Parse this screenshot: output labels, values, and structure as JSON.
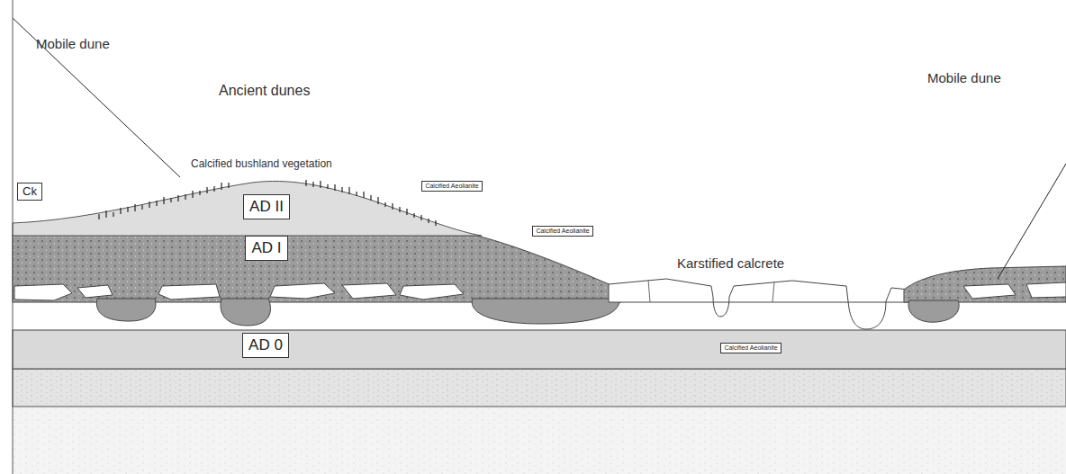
{
  "diagram": {
    "nodes": [
      {
        "text": [
          "Ck"
        ]
      },
      {
        "text": [
          "Calcified Aeolianite"
        ]
      },
      {
        "text": [
          "AD II"
        ]
      },
      {
        "text": [
          "Calcified Aeolianite"
        ]
      },
      {
        "text": [
          "AD I"
        ]
      },
      {
        "text": [
          "AD 0"
        ]
      },
      {
        "text": [
          "Calcified Aeolianite"
        ]
      }
    ],
    "labels": [
      "Mobile dune",
      "Ancient dunes",
      "Calcified bushland vegetation",
      "Karstified calcrete",
      "Mobile dune"
    ]
  }
}
